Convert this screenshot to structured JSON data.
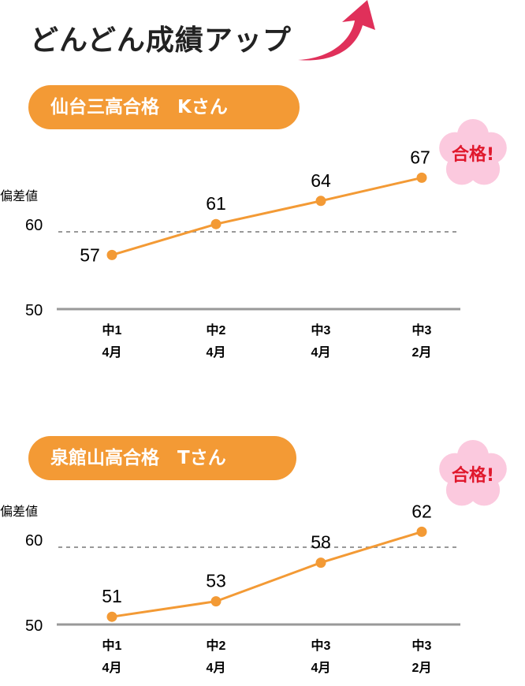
{
  "header": {
    "title": "どんどん成績アップ",
    "arrow_color": "#e0305a"
  },
  "colors": {
    "line": "#f39a35",
    "pill": "#f39a35",
    "blossom": "#fbc9de",
    "pass_text": "#e0182d"
  },
  "chart_data": [
    {
      "type": "line",
      "title": "仙台三高合格　Kさん",
      "ylabel": "偏差値",
      "ylim": [
        50,
        67
      ],
      "yticks": [
        "60",
        "50"
      ],
      "reference_line": 60,
      "categories": [
        "中1\n4月",
        "中2\n4月",
        "中3\n4月",
        "中3\n2月"
      ],
      "category_lines": [
        [
          "中1",
          "4月"
        ],
        [
          "中2",
          "4月"
        ],
        [
          "中3",
          "4月"
        ],
        [
          "中3",
          "2月"
        ]
      ],
      "series": [
        {
          "name": "Kさん",
          "values": [
            57,
            61,
            64,
            67
          ]
        }
      ],
      "badge": "合格!"
    },
    {
      "type": "line",
      "title": "泉館山高合格　Tさん",
      "ylabel": "偏差値",
      "ylim": [
        50,
        62
      ],
      "yticks": [
        "60",
        "50"
      ],
      "reference_line": 60,
      "categories": [
        "中1\n4月",
        "中2\n4月",
        "中3\n4月",
        "中3\n2月"
      ],
      "category_lines": [
        [
          "中1",
          "4月"
        ],
        [
          "中2",
          "4月"
        ],
        [
          "中3",
          "4月"
        ],
        [
          "中3",
          "2月"
        ]
      ],
      "series": [
        {
          "name": "Tさん",
          "values": [
            51,
            53,
            58,
            62
          ]
        }
      ],
      "badge": "合格!"
    }
  ]
}
